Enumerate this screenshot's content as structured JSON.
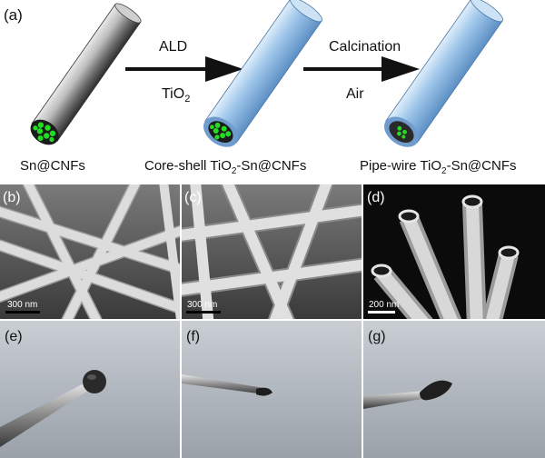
{
  "panel_a": {
    "label": "(a)",
    "step1": {
      "top": "ALD",
      "bottom_main": "TiO",
      "bottom_sub": "2"
    },
    "step2": {
      "top": "Calcination",
      "bottom": "Air"
    },
    "cap1": "Sn@CNFs",
    "cap2": {
      "pre": "Core-shell TiO",
      "sub": "2",
      "post": "-Sn@CNFs"
    },
    "cap3": {
      "pre": "Pipe-wire TiO",
      "sub": "2",
      "post": "-Sn@CNFs"
    }
  },
  "sem": {
    "b": {
      "label": "(b)",
      "scale": "300 nm"
    },
    "c": {
      "label": "(c)",
      "scale": "300 nm"
    },
    "d": {
      "label": "(d)",
      "scale": "200 nm"
    }
  },
  "photos": {
    "e": "(e)",
    "f": "(f)",
    "g": "(g)"
  },
  "colors": {
    "sn_particles": "#22dd22",
    "tio2_shell": "#8fbce6",
    "carbon_fiber": "#555555",
    "arrow": "#111111"
  }
}
